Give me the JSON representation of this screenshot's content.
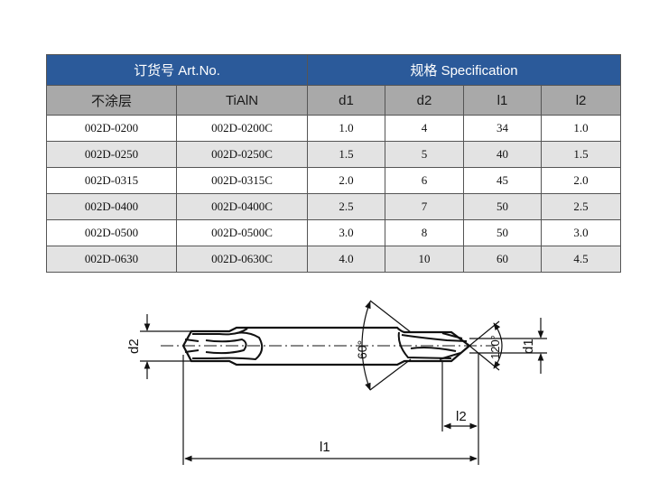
{
  "table": {
    "group_headers": {
      "order_no": "订货号 Art.No.",
      "spec": "规格 Specification"
    },
    "columns": [
      "不涂层",
      "TiAlN",
      "d1",
      "d2",
      "l1",
      "l2"
    ],
    "rows": [
      [
        "002D-0200",
        "002D-0200C",
        "1.0",
        "4",
        "34",
        "1.0"
      ],
      [
        "002D-0250",
        "002D-0250C",
        "1.5",
        "5",
        "40",
        "1.5"
      ],
      [
        "002D-0315",
        "002D-0315C",
        "2.0",
        "6",
        "45",
        "2.0"
      ],
      [
        "002D-0400",
        "002D-0400C",
        "2.5",
        "7",
        "50",
        "2.5"
      ],
      [
        "002D-0500",
        "002D-0500C",
        "3.0",
        "8",
        "50",
        "3.0"
      ],
      [
        "002D-0630",
        "002D-0630C",
        "4.0",
        "10",
        "60",
        "4.5"
      ]
    ],
    "colors": {
      "group_header_bg": "#2b5a9a",
      "column_header_bg": "#a9a9a9",
      "alt_row_bg": "#e3e3e3"
    }
  },
  "drawing": {
    "labels": {
      "d2": "d2",
      "d1": "d1",
      "angle_60": "60°",
      "angle_120": "120°",
      "l1": "l1",
      "l2": "l2"
    }
  }
}
